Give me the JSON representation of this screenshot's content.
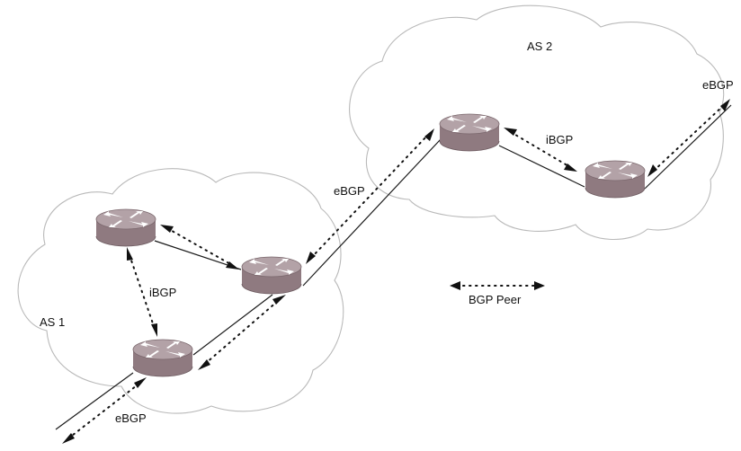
{
  "autonomous_systems": [
    {
      "id": "as1",
      "label": "AS 1"
    },
    {
      "id": "as2",
      "label": "AS 2"
    }
  ],
  "peer_labels": {
    "ibgp_as1": "iBGP",
    "ibgp_as2": "iBGP",
    "ebgp_top_right": "eBGP",
    "ebgp_middle": "eBGP",
    "ebgp_bottom": "eBGP"
  },
  "legend": {
    "label": "BGP Peer"
  },
  "icons": {
    "router": "router-icon"
  },
  "colors": {
    "router_body": "#8f7a80",
    "router_top": "#b3a2a7",
    "cloud_outline": "#b9b9b9",
    "link": "#1a1a1a"
  }
}
